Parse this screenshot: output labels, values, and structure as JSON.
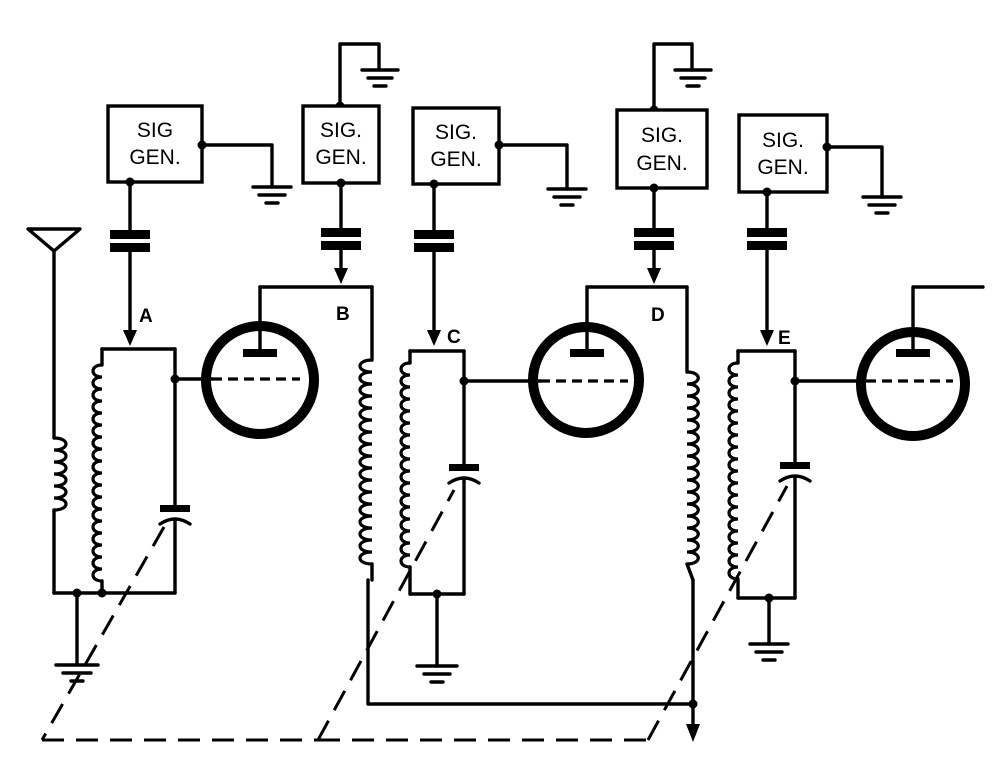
{
  "colors": {
    "ink": "#000000",
    "paper": "#ffffff"
  },
  "points": {
    "a": "A",
    "b": "B",
    "c": "C",
    "d": "D",
    "e": "E"
  },
  "generators": [
    {
      "line1": "SIG",
      "line2": "GEN."
    },
    {
      "line1": "SIG.",
      "line2": "GEN."
    },
    {
      "line1": "SIG.",
      "line2": "GEN."
    },
    {
      "line1": "SIG.",
      "line2": "GEN."
    },
    {
      "line1": "SIG.",
      "line2": "GEN."
    }
  ]
}
